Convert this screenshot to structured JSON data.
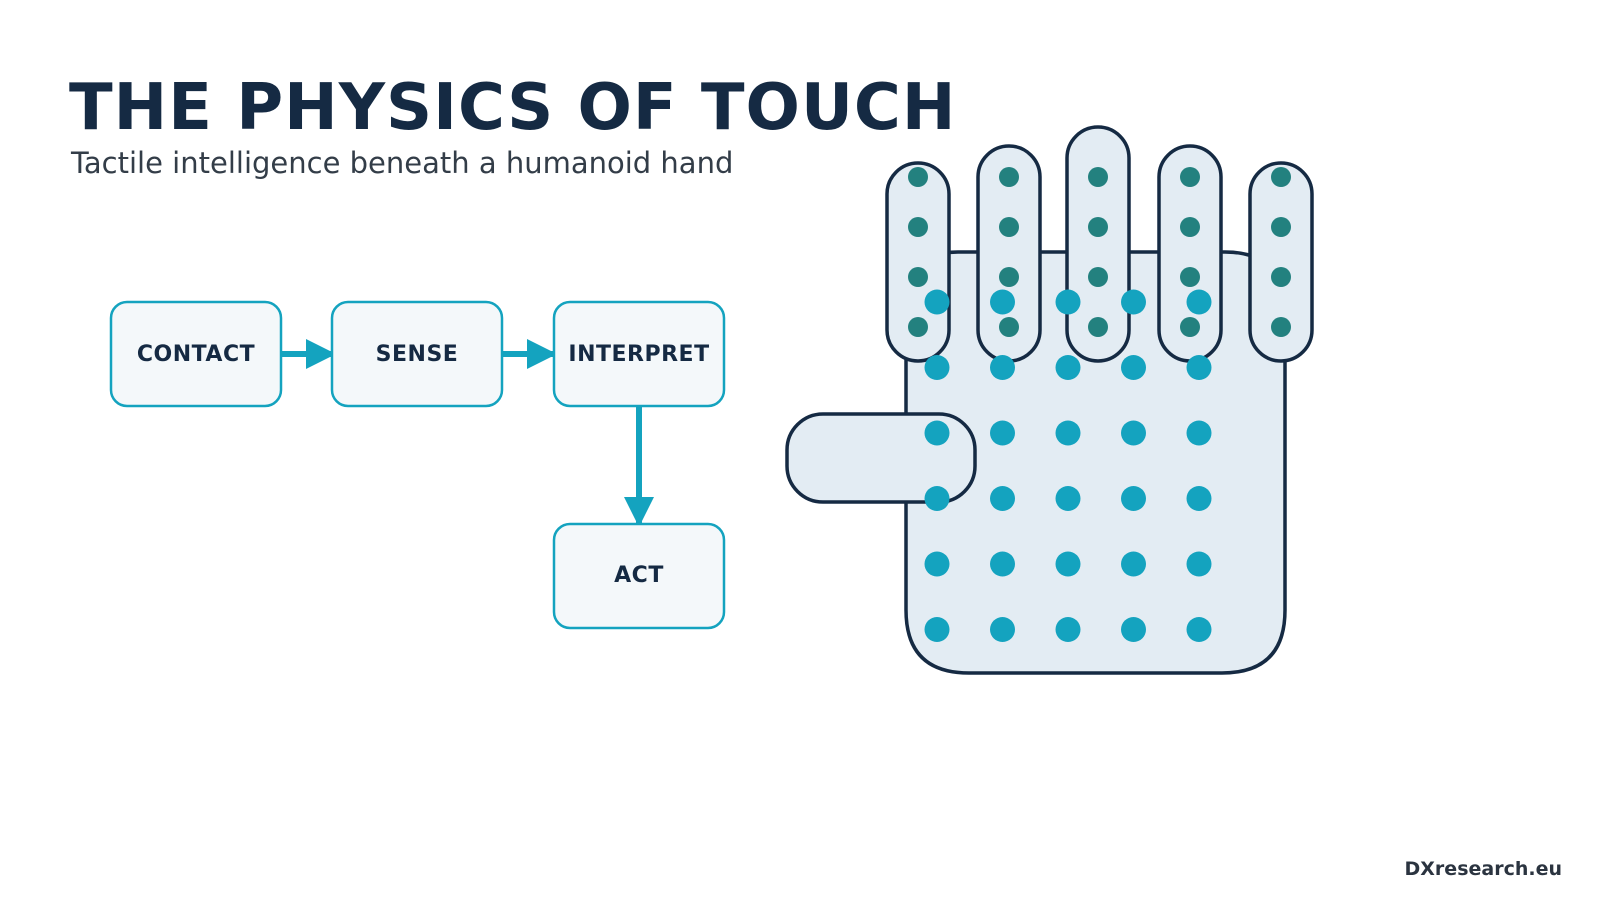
{
  "header": {
    "title": "THE PHYSICS OF TOUCH",
    "subtitle": "Tactile intelligence beneath a humanoid hand"
  },
  "flow": {
    "steps": [
      {
        "label": "CONTACT"
      },
      {
        "label": "SENSE"
      },
      {
        "label": "INTERPRET"
      },
      {
        "label": "ACT"
      }
    ]
  },
  "hand": {
    "finger_sensors_per_finger": 4,
    "palm_sensor_rows": 6,
    "palm_sensor_cols": 5
  },
  "colors": {
    "title": "#152a43",
    "subtitle": "#333d48",
    "accent": "#14a3bf",
    "node_fill": "#f4f8fa",
    "hand_fill": "#e3ecf3",
    "hand_outline": "#152a43",
    "finger_sensor": "#23817f",
    "palm_sensor": "#14a3bf"
  },
  "footer": {
    "brand": "DXresearch.eu"
  }
}
